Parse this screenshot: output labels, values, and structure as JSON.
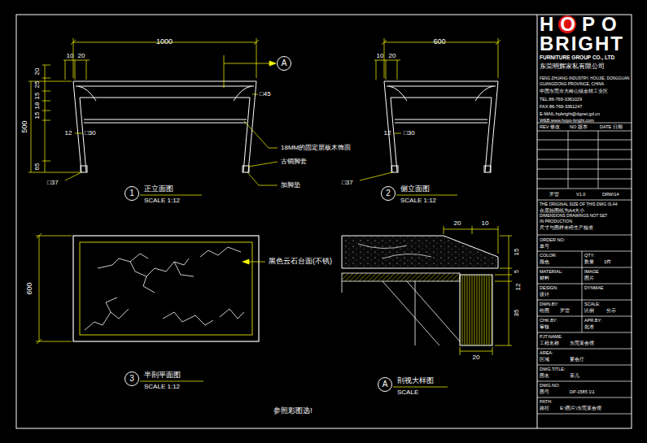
{
  "diagram": {
    "nodes": [
      {
        "text": [
          "1"
        ]
      },
      {
        "text": [
          "2"
        ]
      },
      {
        "text": [
          "3"
        ]
      },
      {
        "text": [
          "A"
        ]
      },
      {
        "text": [
          "A"
        ]
      }
    ],
    "labels": [
      "1000",
      "10",
      "20",
      "20",
      "25",
      "15",
      "18",
      "15",
      "500",
      "65",
      "12",
      "□30",
      "□45",
      "□37",
      "18MM的固定层板木饰面",
      "古铜脚套",
      "加脚垫",
      "正立面图",
      "SCALE 1:12",
      "600",
      "10",
      "20",
      "12",
      "□30",
      "□37",
      "侧立面图",
      "SCALE 1:12",
      "600",
      "黑色云石台面(不锈)",
      "半剖平面图",
      "SCALE 1:12",
      "20",
      "10",
      "15",
      "5",
      "12",
      "35",
      "20",
      "剖视大样图",
      "SCALE",
      "参照彩图选!",
      "HOPO",
      "BRIGHT",
      "FURNITURE GROUP CO., LTD",
      "东莞明辉家私有限公司",
      "FENG ZHUANG INDUSTRY, HOUJIE, DONGGUAN",
      "GUANGDONG PROVINCE, CHINA",
      "中国东莞市大岭山镇金桔工业区",
      "TEL:86-769-3361029",
      "FAX:86-769-3361247",
      "E-MAIL:hpbright@dgnet.gd.cn",
      "WEB:www.hopo-bright.com",
      "REV 修改",
      "NO 版本",
      "DATE 日期",
      "罗雷",
      "V1.0",
      "DRW\\14",
      "THE ORIGINAL SIZE OF THIS DWG IS A4",
      "在原始图纸为A4大小",
      "DIMENSIONS DRAWINGS NOT SET",
      "IN PRODUCTION",
      "尺寸与图样未经生产核准",
      "ORDER NO:",
      "单号",
      "COLOR:",
      "QTY:",
      "颜色",
      "数量",
      "1件",
      "MATERIAL:",
      "IMAGE",
      "材料",
      "图片",
      "DESIGN:",
      "DYNMAE",
      "设计",
      "DWN.BY:",
      "SCALE:",
      "绘图",
      "罗雷",
      "比例",
      "分示",
      "CHK.BY:",
      "APR.BY:",
      "审核",
      "批准",
      "PJT.NAME:",
      "工程名称",
      "东莞某会馆",
      "AREA:",
      "区域",
      "宴会厅",
      "DWG.TITLE:",
      "图名",
      "茶几",
      "DWG.NO:",
      "图号",
      "DP-1585 1\\1",
      "PATH:",
      "路径",
      "E:\\图片\\东莞某会馆"
    ]
  }
}
